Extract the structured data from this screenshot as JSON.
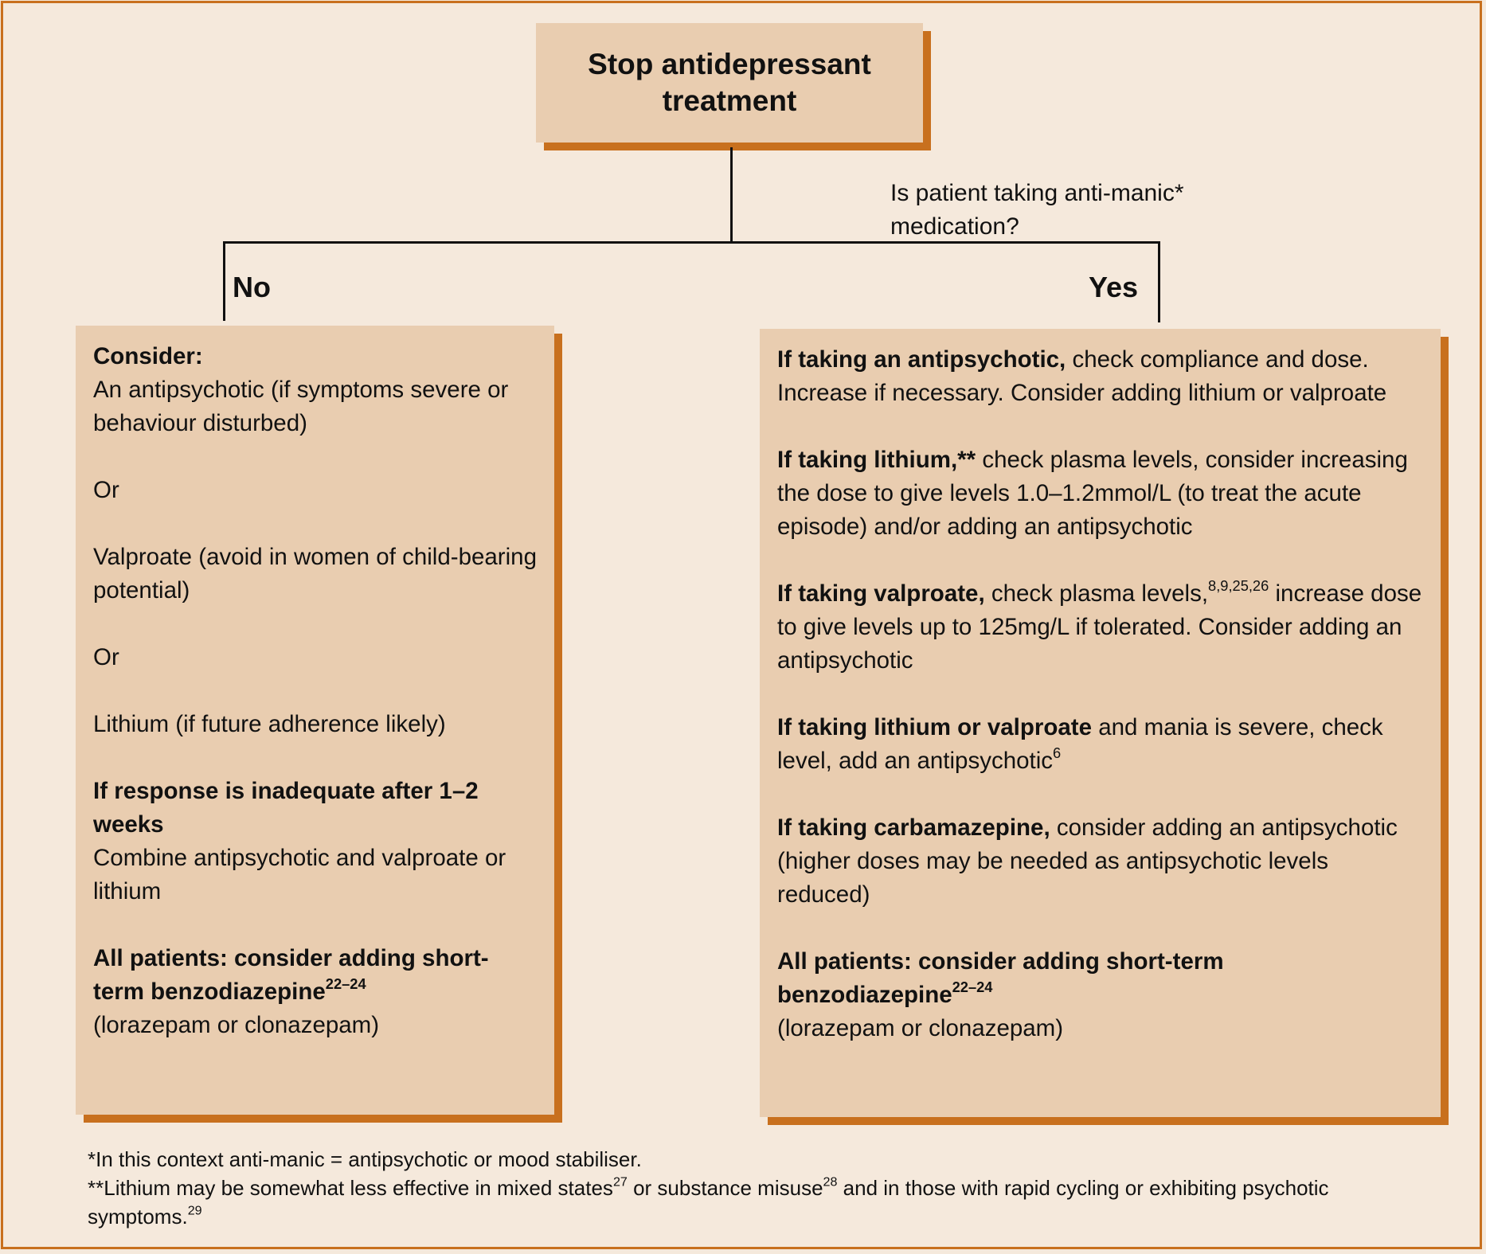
{
  "title": "Stop antidepressant treatment",
  "question": "Is patient taking anti-manic* medication?",
  "branches": {
    "no": "No",
    "yes": "Yes"
  },
  "no_box": {
    "consider": "Consider:",
    "opt1": "An antipsychotic (if symptoms severe or behaviour disturbed)",
    "or1": "Or",
    "opt2": "Valproate (avoid in women of child-bearing potential)",
    "or2": "Or",
    "opt3": "Lithium (if future adherence likely)",
    "inadequate_head": "If response is inadequate after 1–2 weeks",
    "inadequate_text": "Combine antipsychotic and valproate or lithium",
    "all_head": "All patients: consider adding short-term benzodiazepine",
    "all_ref": "22–24",
    "all_text": "(lorazepam or clonazepam)"
  },
  "yes_box": {
    "p1_head": "If taking an antipsychotic,",
    "p1_text": " check compliance and dose. Increase if necessary. Consider adding lithium or valproate",
    "p2_head": "If taking lithium,**",
    "p2_text": " check plasma levels, consider increasing the dose to give levels 1.0–1.2mmol/L (to treat the acute episode) and/or adding an antipsychotic",
    "p3_head": "If taking valproate,",
    "p3_text": " check plasma levels,",
    "p3_ref": "8,9,25,26",
    "p3_text2": " increase dose to give levels up to 125mg/L if tolerated. Consider adding an antipsychotic",
    "p4_head": "If taking lithium or valproate",
    "p4_text": " and mania is severe, check level, add an antipsychotic",
    "p4_ref": "6",
    "p5_head": "If taking carbamazepine,",
    "p5_text": " consider adding an antipsychotic (higher doses may be needed as antipsychotic levels reduced)",
    "all_head": "All patients: consider adding short-term benzodiazepine",
    "all_ref": "22–24",
    "all_text": "(lorazepam or clonazepam)"
  },
  "footnotes": {
    "f1": "*In this context anti-manic = antipsychotic or mood stabiliser.",
    "f2a": "**Lithium may be somewhat less effective in mixed states",
    "f2r1": "27",
    "f2b": " or substance misuse",
    "f2r2": "28",
    "f2c": " and in those with rapid cycling or exhibiting psychotic symptoms.",
    "f2r3": "29"
  }
}
